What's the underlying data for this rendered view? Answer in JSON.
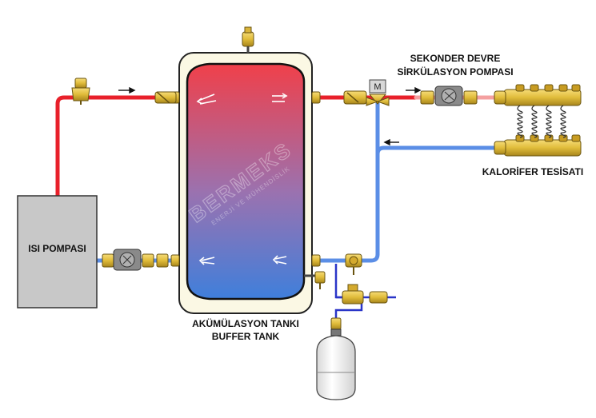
{
  "labels": {
    "heat_pump": "ISI POMPASI",
    "tank_line1": "AKÜMÜLASYON TANKI",
    "tank_line2": "BUFFER TANK",
    "pump_line1": "SEKONDER DEVRE",
    "pump_line2": "SİRKÜLASYON POMPASI",
    "heating_system": "KALORİFER TESİSATI",
    "valve_letter": "M"
  },
  "watermark": {
    "brand": "BERMEKS",
    "tagline": "ENERJİ VE MÜHENDİSLİK"
  },
  "colors": {
    "hot_pipe": "#e8202a",
    "cold_pipe": "#5b8ee6",
    "hot_faded": "#f4a0a0",
    "tank_top": "#f0404a",
    "tank_bottom": "#3f7fdb",
    "tank_jacket": "#fbf8e4",
    "heat_pump_body": "#c8c8c8",
    "brass": "#e0bc3a",
    "expansion_vessel": "#f2f2f2"
  }
}
